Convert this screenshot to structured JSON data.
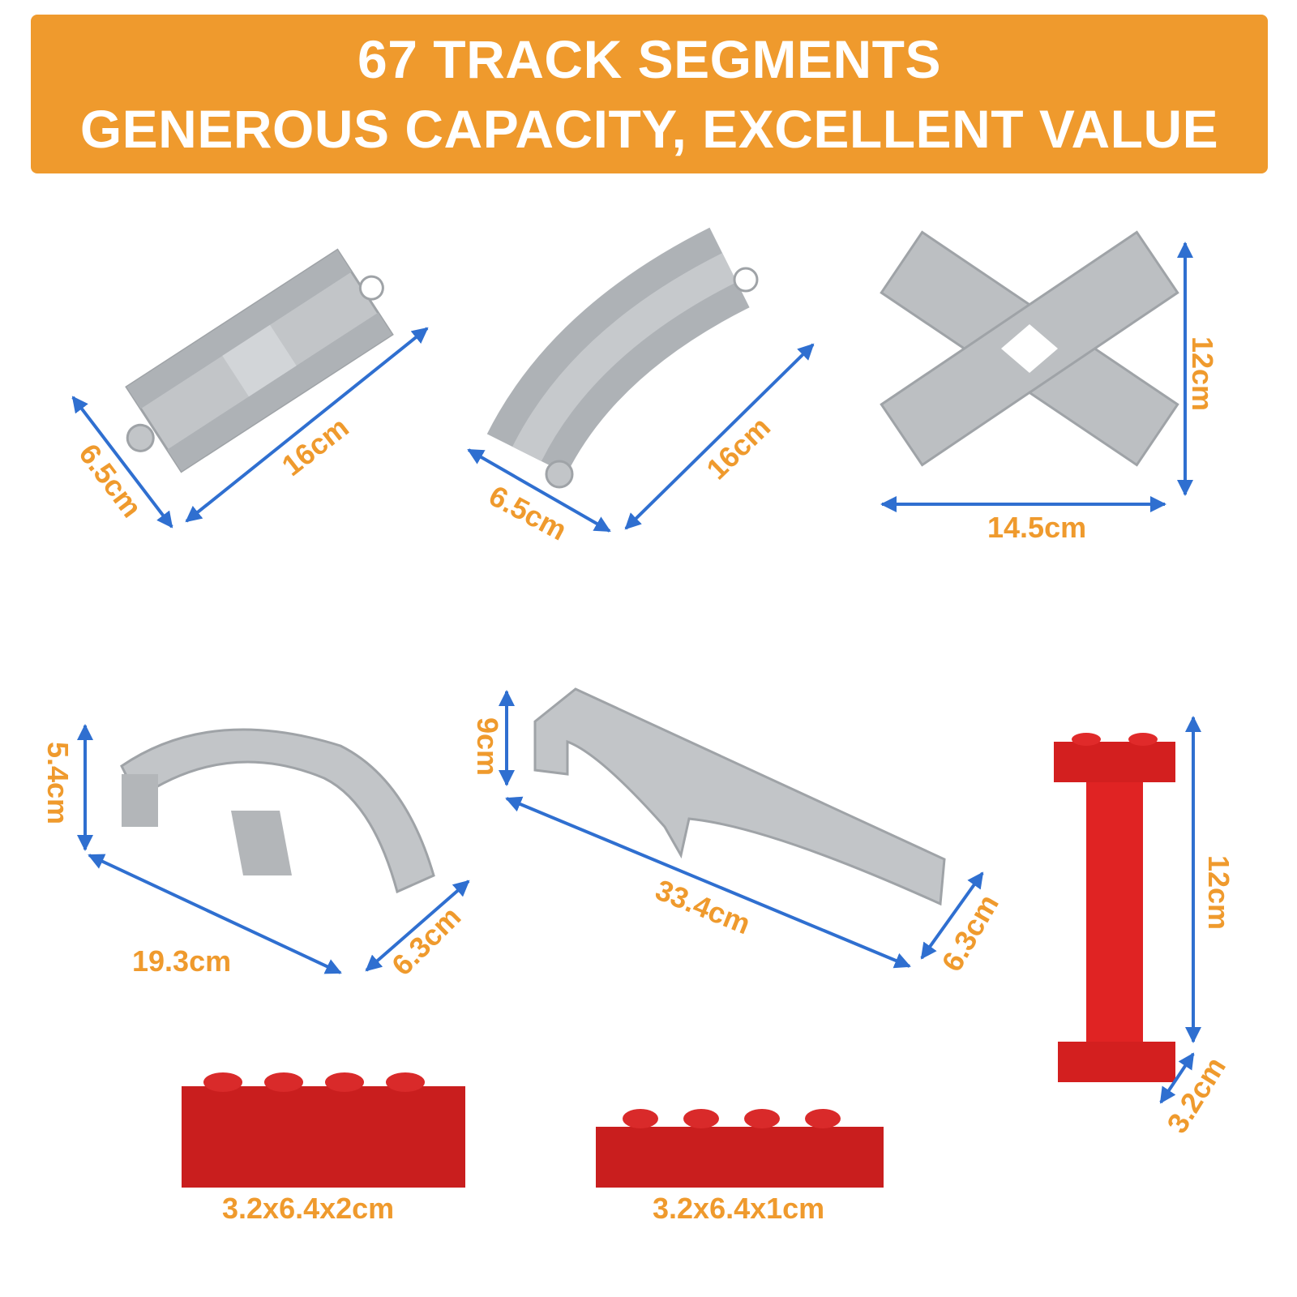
{
  "banner": {
    "line1": "67 TRACK SEGMENTS",
    "line2": "GENEROUS CAPACITY, EXCELLENT VALUE"
  },
  "colors": {
    "banner": "#ef9a2d",
    "dimension_text": "#ef9a2d",
    "arrow": "#2f6fd0",
    "track_gray": "#b9bcbf",
    "brick_red": "#d31f1f"
  },
  "pieces": {
    "straight_track": {
      "width": "6.5cm",
      "length": "16cm"
    },
    "curved_track": {
      "width": "6.5cm",
      "length": "16cm"
    },
    "cross_track": {
      "height": "12cm",
      "width": "14.5cm"
    },
    "curved_ramp": {
      "height": "5.4cm",
      "length": "19.3cm",
      "width": "6.3cm"
    },
    "long_ramp": {
      "height": "9cm",
      "length": "33.4cm",
      "width": "6.3cm"
    },
    "support_pillar": {
      "height": "12cm",
      "width": "3.2cm"
    },
    "tall_brick": {
      "size": "3.2x6.4x2cm"
    },
    "flat_brick": {
      "size": "3.2x6.4x1cm"
    }
  }
}
